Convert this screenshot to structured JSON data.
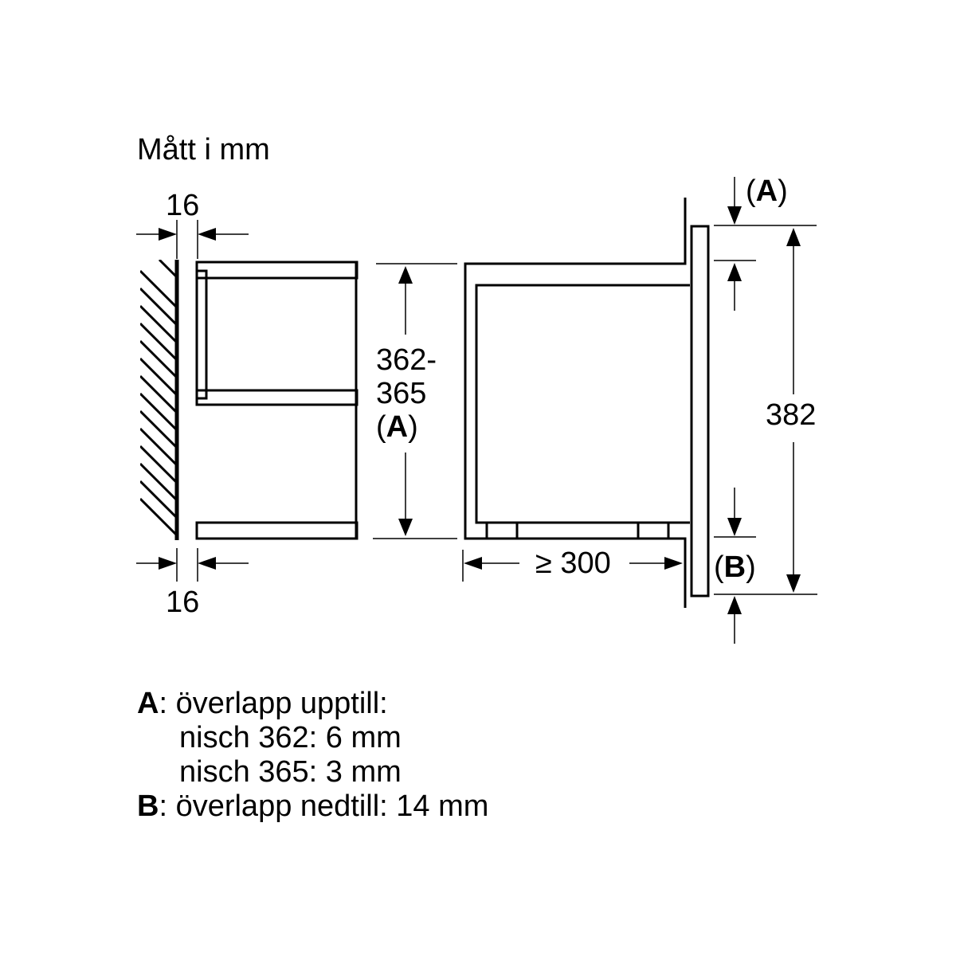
{
  "title": "Mått i mm",
  "side_view": {
    "gap_top": "16",
    "gap_bottom": "16",
    "niche_height_line1": "362-",
    "niche_height_line2": "365",
    "niche_height_note_open": "(",
    "niche_height_note_key": "A",
    "niche_height_note_close": ")"
  },
  "front_view": {
    "depth_label": "≥ 300",
    "overall_height": "382",
    "overlap_top_open": "(",
    "overlap_top_key": "A",
    "overlap_top_close": ")",
    "overlap_bottom_open": "(",
    "overlap_bottom_key": "B",
    "overlap_bottom_close": ")"
  },
  "legend": {
    "a_key": "A",
    "a_text": ": överlapp upptill:",
    "a_line2": "nisch 362: 6 mm",
    "a_line3": "nisch 365: 3 mm",
    "b_key": "B",
    "b_text": ": överlapp nedtill: 14 mm"
  },
  "colors": {
    "ink": "#000000",
    "background": "#ffffff"
  }
}
